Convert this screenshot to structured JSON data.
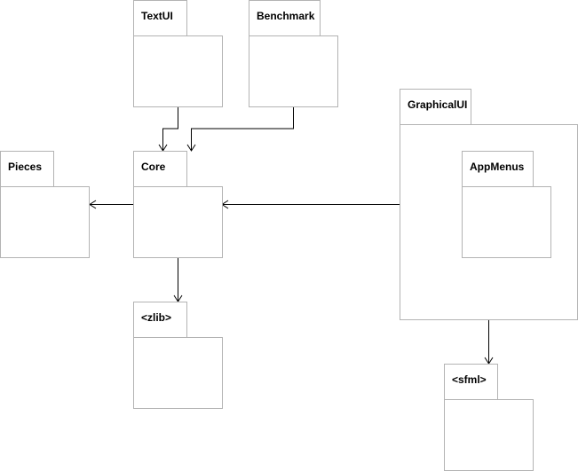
{
  "packages": {
    "textui": "TextUI",
    "benchmark": "Benchmark",
    "graphicalui": "GraphicalUI",
    "appmenus": "AppMenus",
    "pieces": "Pieces",
    "core": "Core",
    "zlib": "<zlib>",
    "sfml": "<sfml>"
  },
  "dependencies": [
    {
      "from": "TextUI",
      "to": "Core"
    },
    {
      "from": "Benchmark",
      "to": "Core"
    },
    {
      "from": "Core",
      "to": "Pieces"
    },
    {
      "from": "GraphicalUI",
      "to": "Core"
    },
    {
      "from": "Core",
      "to": "<zlib>"
    },
    {
      "from": "GraphicalUI",
      "to": "<sfml>"
    }
  ]
}
